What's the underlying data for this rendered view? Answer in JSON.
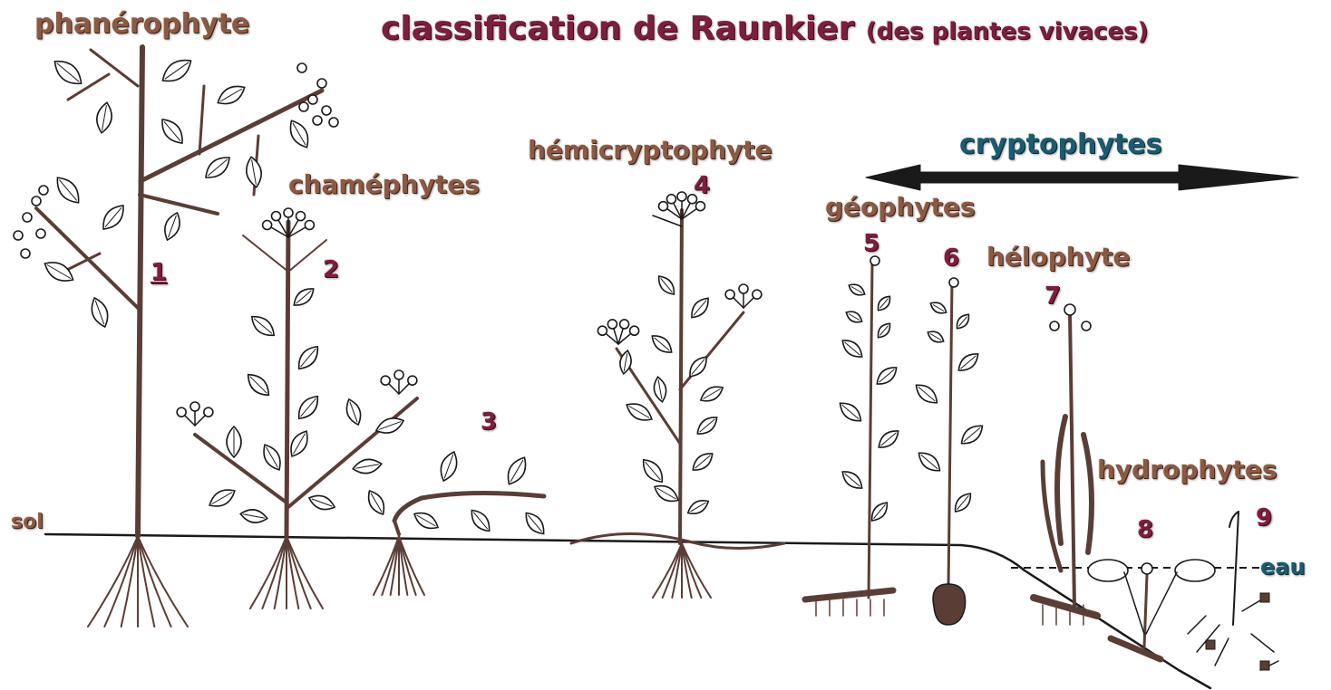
{
  "title": {
    "main": "classification de Raunkier",
    "sub": "(des plantes vivaces)"
  },
  "labels": {
    "phanerophyte": "phanérophyte",
    "chamephytes": "chaméphytes",
    "hemicryptophyte": "hémicryptophyte",
    "cryptophytes": "cryptophytes",
    "geophytes": "géophytes",
    "helophyte": "hélophyte",
    "hydrophytes": "hydrophytes",
    "sol": "sol",
    "eau": "eau"
  },
  "numbers": [
    "1",
    "2",
    "3",
    "4",
    "5",
    "6",
    "7",
    "8",
    "9"
  ],
  "colors": {
    "stem": "#5a3e36",
    "ink": "#1a1a1a",
    "label_brown": "#8a5a44",
    "label_maroon": "#7a1f3c",
    "label_teal": "#1d5b6e"
  }
}
